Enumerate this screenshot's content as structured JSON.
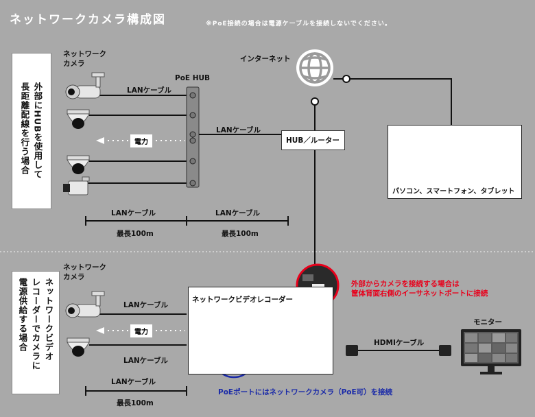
{
  "header": {
    "title": "ネットワークカメラ構成図",
    "note": "※PoE接続の場合は電源ケーブルを接続しないでください。"
  },
  "top": {
    "side_label_col1": "外部にHUBを使用して",
    "side_label_col2": "長距離配線を行う場合",
    "camera_group_label": "ネットワーク\nカメラ",
    "poe_hub_label": "PoE HUB",
    "lan_cable_cam": "LANケーブル",
    "power_label": "電力",
    "lan_cable_hub_router": "LANケーブル",
    "router_label": "HUB／ルーター",
    "internet_label": "インターネット",
    "devices_label": "パソコン、スマートフォン、タブレット",
    "measure_left_cable": "LANケーブル",
    "measure_left_len": "最長100m",
    "measure_right_cable": "LANケーブル",
    "measure_right_len": "最長100m"
  },
  "bottom": {
    "side_label_col1": "ネットワークビデオ",
    "side_label_col2": "レコーダーでカメラに",
    "side_label_col3": "電源供給する場合",
    "camera_group_label": "ネットワーク\nカメラ",
    "lan_cable_1": "LANケーブル",
    "power_label": "電力",
    "lan_cable_2": "LANケーブル",
    "nvr_label": "ネットワークビデオレコーダー",
    "external_note_line1": "外部からカメラを接続する場合は",
    "external_note_line2": "筐体背面右側のイーサネットポートに接続",
    "hdmi_label": "HDMIケーブル",
    "monitor_label": "モニター",
    "poe_note": "PoEポートにはネットワークカメラ（PoE可）を接続",
    "measure_cable": "LANケーブル",
    "measure_len": "最長100m"
  },
  "colors": {
    "background": "#a9a9a9",
    "accent_red": "#e8001b",
    "accent_blue": "#1a2aa8"
  }
}
